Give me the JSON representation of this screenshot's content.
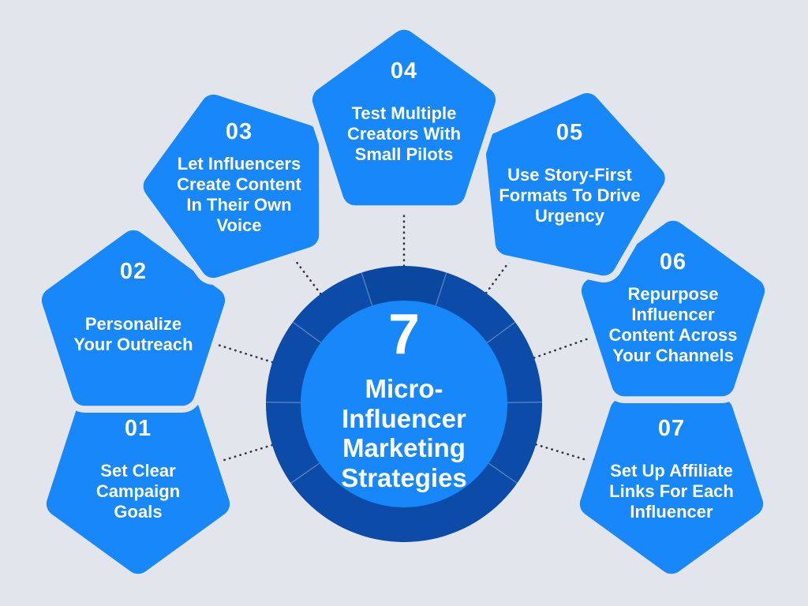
{
  "title": "7 Micro-Influencer Marketing Strategies",
  "colors": {
    "background": "#e2e6ec",
    "pentagon_blue": "#1787fa",
    "ring_dark_blue": "#0c4ca8",
    "inner_circle_blue": "#1787fa",
    "text_white": "#ffffff",
    "connector_dot": "#32363d"
  },
  "center": {
    "number": "7",
    "title": "Micro-\nInfluencer\nMarketing\nStrategies"
  },
  "strategies": [
    {
      "number": "01",
      "label": "Set Clear\nCampaign\nGoals"
    },
    {
      "number": "02",
      "label": "Personalize\nYour Outreach"
    },
    {
      "number": "03",
      "label": "Let Influencers\nCreate Content\nIn Their Own\nVoice"
    },
    {
      "number": "04",
      "label": "Test Multiple\nCreators With\nSmall Pilots"
    },
    {
      "number": "05",
      "label": "Use Story-First\nFormats To Drive\nUrgency"
    },
    {
      "number": "06",
      "label": "Repurpose\nInfluencer\nContent Across\nYour Channels"
    },
    {
      "number": "07",
      "label": "Set Up Affiliate\nLinks For Each\nInfluencer"
    }
  ]
}
